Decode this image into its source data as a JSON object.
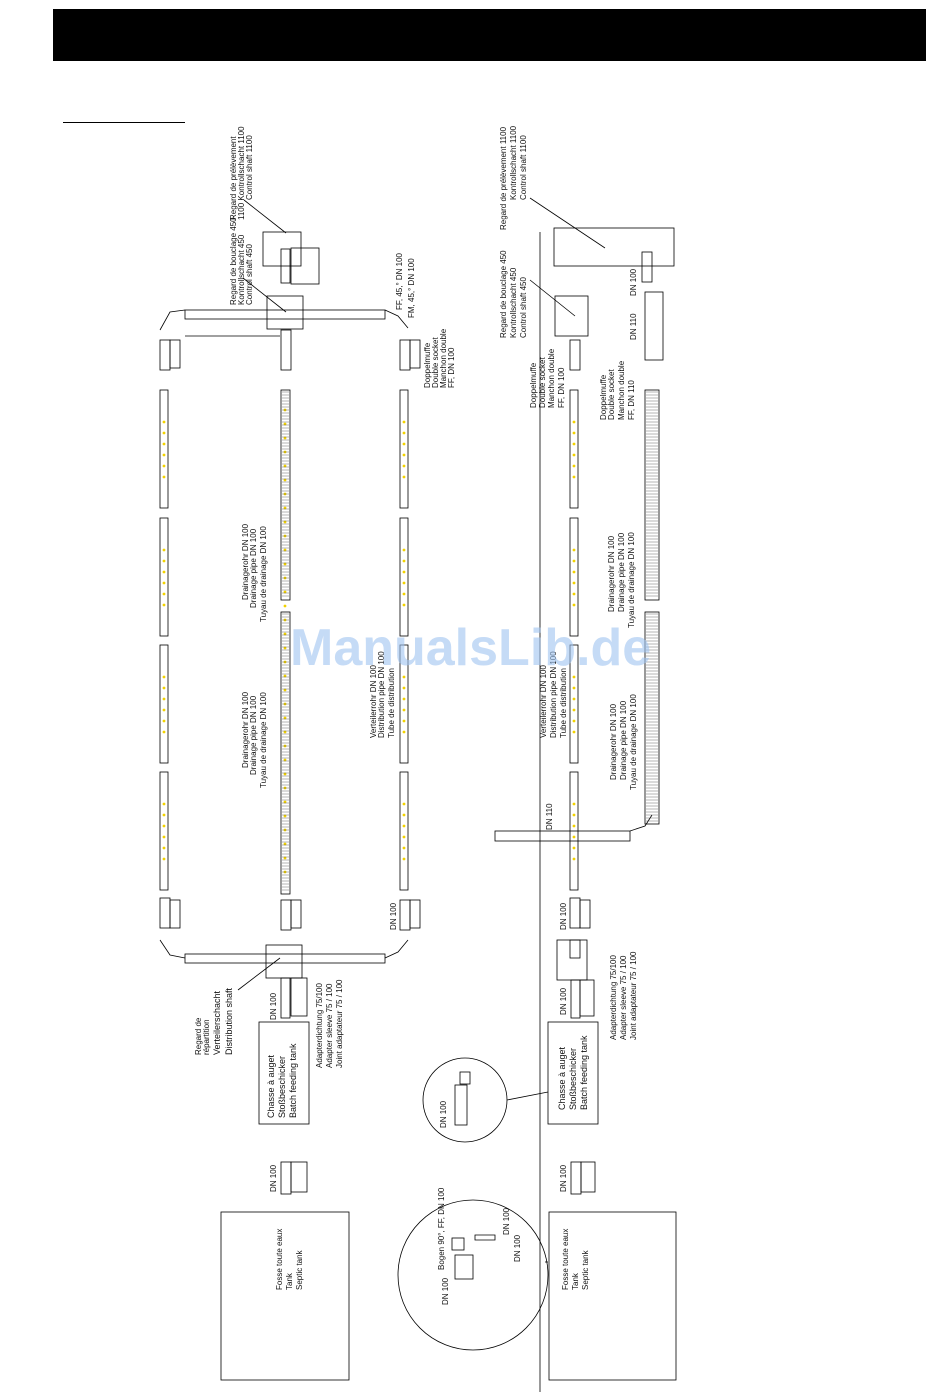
{
  "watermark": "ManualsLib.de",
  "left": {
    "control_shaft_1100": [
      "Regard de prélèvement",
      "1100 Kontrollschacht 1100",
      "Control shaft 1100"
    ],
    "control_shaft_450": [
      "Regard de bouclage 450",
      "Kontrollschacht 450",
      "Control shaft 450"
    ],
    "ff45": [
      "FF, 45,° DN 100",
      "FM, 45,° DN 100"
    ],
    "double_socket": [
      "Doppelmuffe",
      "Double socket",
      "Manchon double",
      "FF, DN 100"
    ],
    "drain_upper": [
      "Drainagerohr DN 100",
      "Drainage pipe DN 100",
      "Tuyau de drainage DN 100"
    ],
    "drain_lower": [
      "Drainagerohr DN 100",
      "Drainage pipe DN 100",
      "Tuyau de drainage DN 100"
    ],
    "distribution": [
      "Verteilerrohr DN 100",
      "Distribution pipe DN 100",
      "Tube de distribution"
    ],
    "distribution_shaft": [
      "Regard de",
      "répartition",
      "Verteilerschacht",
      "Distribution shaft"
    ],
    "adapter": [
      "Adapterdichtung 75/100",
      "Adapter sleeve 75 / 100",
      "Joint adaptateur 75 / 100"
    ],
    "batch_tank": [
      "Chasse à auget",
      "Stoßbeschicker",
      "Batch feeding tank"
    ],
    "septic_tank": [
      "Fosse toute eaux",
      "Tank",
      "Septic tank"
    ],
    "dn100_a": "DN 100",
    "dn100_b": "DN 100",
    "dn100_c": "DN 100"
  },
  "center": {
    "detail_upper_dn": "DN 100",
    "bogen": "Bogen 90°, FF, DN 100",
    "detail_lower_dn_a": "DN 100",
    "detail_lower_dn_b": "DN 100",
    "detail_lower_dn_c": "DN 100"
  },
  "right": {
    "control_shaft_1100": [
      "Regard de prélèvement 1100",
      "Kontrollschacht 1100",
      "Control shaft 1100"
    ],
    "control_shaft_450": [
      "Regard de bouclage 450",
      "Kontrollschacht 450",
      "Control shaft 450"
    ],
    "dn100_top": "DN 100",
    "dn110_top": "DN 110",
    "double_socket_a": [
      "Doppelmuffe",
      "Double socket",
      "Manchon double",
      "FF, DN 100"
    ],
    "double_socket_b": [
      "Doppelmuffe",
      "Double socket",
      "Manchon double",
      "FF, DN 110"
    ],
    "drain_upper": [
      "Drainagerohr DN 100",
      "Drainage pipe DN 100",
      "Tuyau de drainage DN 100"
    ],
    "drain_lower": [
      "Drainagerohr DN 100",
      "Drainage pipe DN 100",
      "Tuyau de drainage DN 100"
    ],
    "distribution": [
      "Verteilerrohr DN 100",
      "Distribution pipe DN 100",
      "Tube de distribution"
    ],
    "dn110_mid": "DN 110",
    "dn100_a": "DN 100",
    "dn100_b": "DN 100",
    "dn100_c": "DN 100",
    "adapter": [
      "Adapterdichtung 75/100",
      "Adapter sleeve 75 / 100",
      "Joint adaptateur 75 / 100"
    ],
    "batch_tank": [
      "Chasse à auget",
      "Stoßbeschicker",
      "Batch feeding tank"
    ],
    "septic_tank": [
      "Fosse toute eaux",
      "Tank",
      "Septic tank"
    ]
  }
}
